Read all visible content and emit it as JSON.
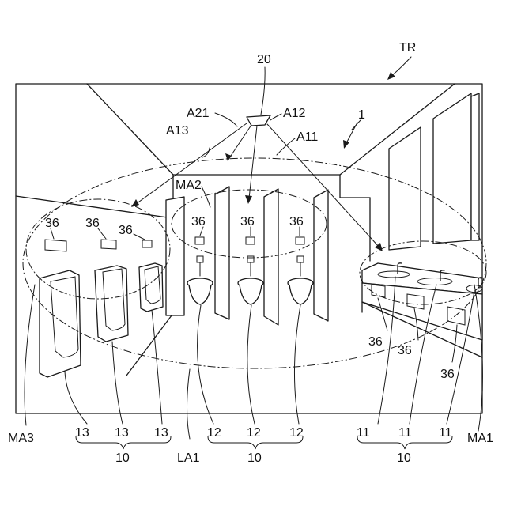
{
  "figure": {
    "room": "TR",
    "system": "1",
    "sensor": "20",
    "areas": {
      "a11": "A11",
      "a12": "A12",
      "a13": "A13",
      "a21": "A21"
    },
    "monitor_areas": {
      "ma1": "MA1",
      "ma2": "MA2",
      "ma3": "MA3",
      "la1": "LA1"
    },
    "displays": "36",
    "sinks": "11",
    "toilets": "12",
    "urinals": "13",
    "fixture_group": "10"
  }
}
